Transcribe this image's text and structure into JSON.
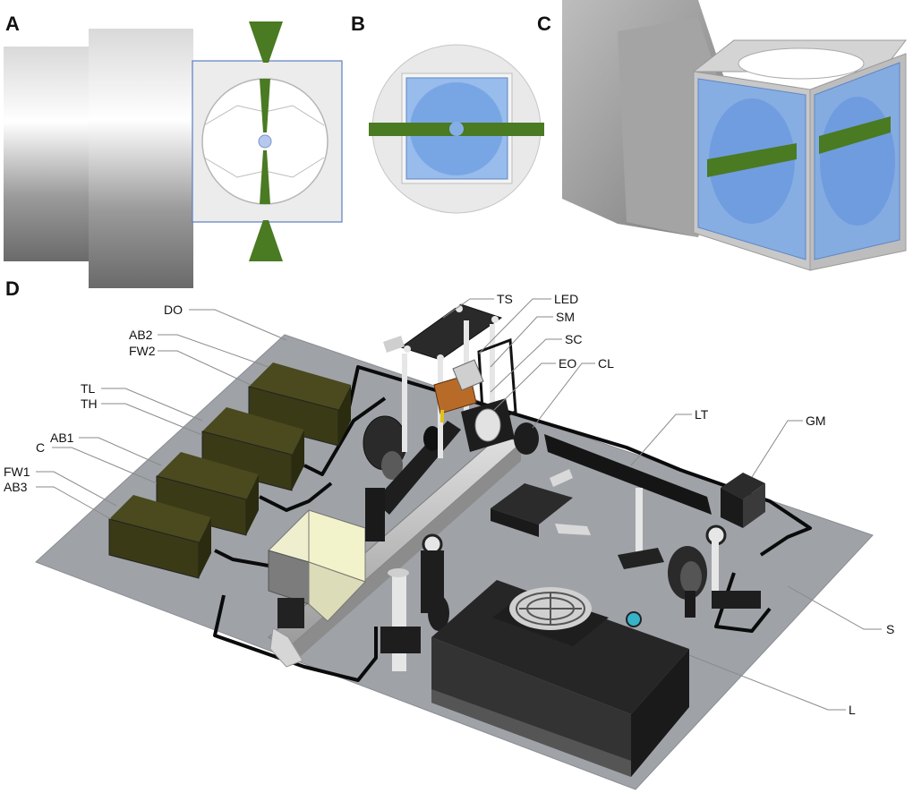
{
  "panels": {
    "a": "A",
    "b": "B",
    "c": "C",
    "d": "D"
  },
  "callouts": {
    "ts": "TS",
    "led": "LED",
    "sm": "SM",
    "sc": "SC",
    "eo": "EO",
    "cl": "CL",
    "lt": "LT",
    "gm": "GM",
    "do": "DO",
    "ab2": "AB2",
    "fw2": "FW2",
    "tl": "TL",
    "th": "TH",
    "ab1": "AB1",
    "c": "C",
    "fw1": "FW1",
    "ab3": "AB3",
    "s": "S",
    "l": "L"
  },
  "colors": {
    "beam": "#4a7a22",
    "chamber_blue": "#7aa9e8",
    "amplifier_box": "#3a3a16",
    "breadboard": "#9fa3a8",
    "cable": "#0b0b0b"
  }
}
